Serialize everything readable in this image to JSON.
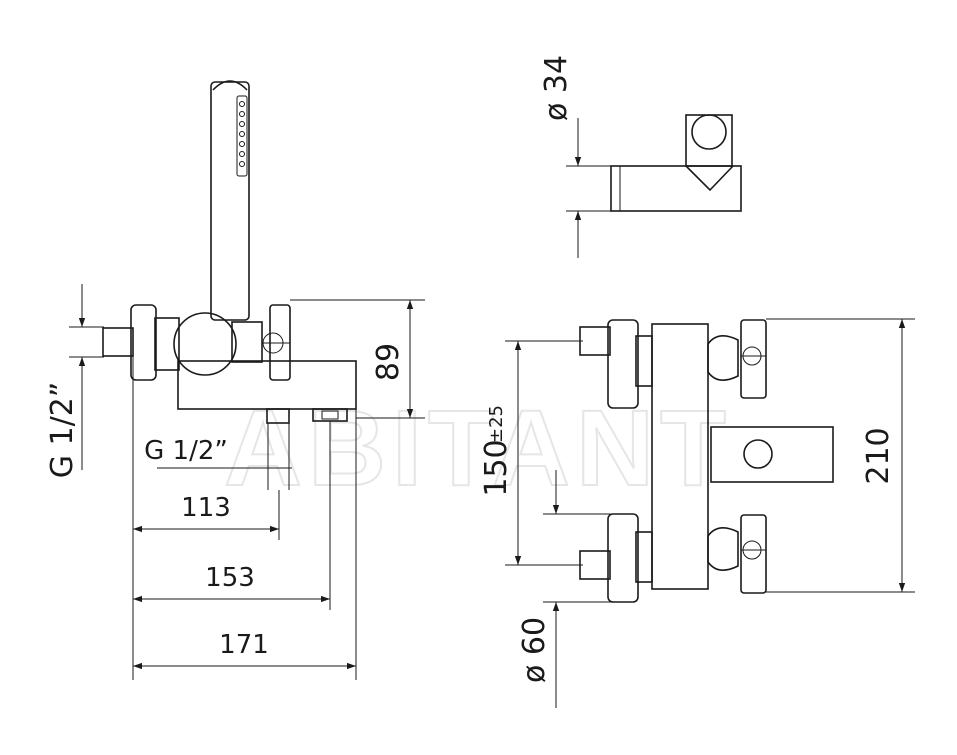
{
  "watermark": "ABITANT",
  "dimensions": {
    "diameter_handle": "ø 34",
    "height_89": "89",
    "thread_left": "G 1/2”",
    "thread_bottom": "G 1/2”",
    "length_113": "113",
    "length_153": "153",
    "length_171": "171",
    "center_distance": "150",
    "center_tolerance": "±25",
    "height_210": "210",
    "diameter_flange": "ø 60"
  }
}
